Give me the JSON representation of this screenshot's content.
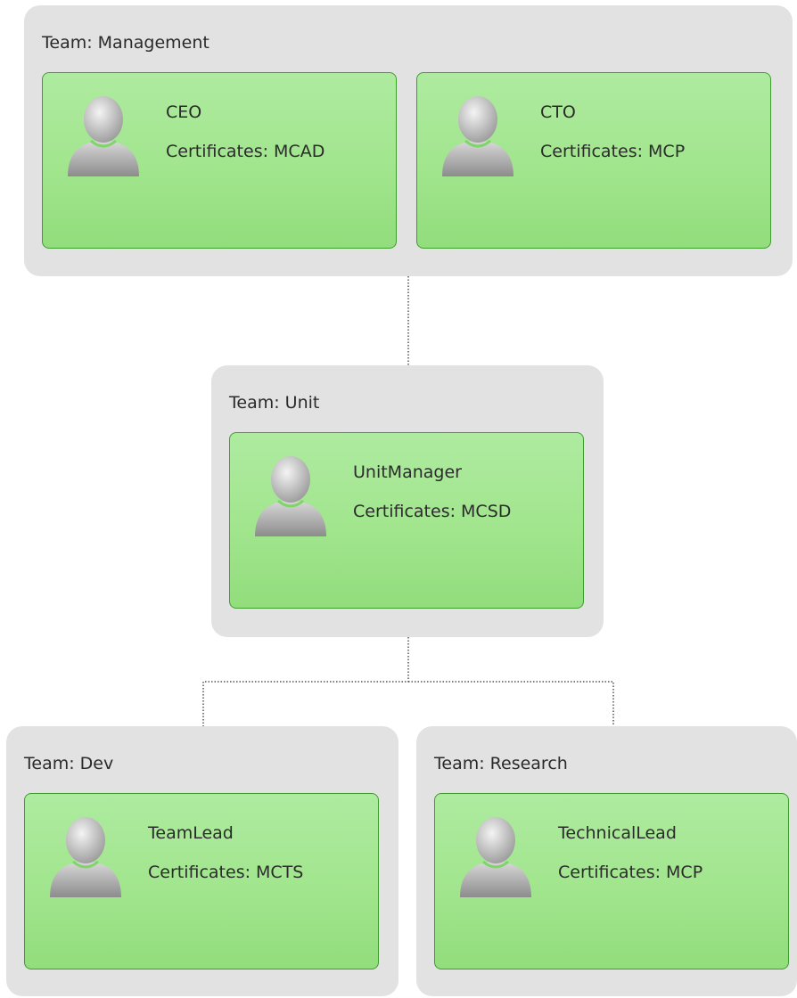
{
  "teams": [
    {
      "id": "management",
      "label": "Team: Management",
      "members": [
        {
          "name": "CEO",
          "certificates": "Certificates: MCAD"
        },
        {
          "name": "CTO",
          "certificates": "Certificates: MCP"
        }
      ]
    },
    {
      "id": "unit",
      "label": "Team: Unit",
      "members": [
        {
          "name": "UnitManager",
          "certificates": "Certificates: MCSD"
        }
      ]
    },
    {
      "id": "dev",
      "label": "Team: Dev",
      "members": [
        {
          "name": "TeamLead",
          "certificates": "Certificates: MCTS"
        }
      ]
    },
    {
      "id": "research",
      "label": "Team: Research",
      "members": [
        {
          "name": "TechnicalLead",
          "certificates": "Certificates: MCP"
        }
      ]
    }
  ],
  "connections": [
    {
      "from": "management",
      "to": "unit"
    },
    {
      "from": "unit",
      "to": "dev"
    },
    {
      "from": "unit",
      "to": "research"
    }
  ],
  "colors": {
    "team_background": "#e2e2e2",
    "card_fill": "#a1e58d",
    "card_border": "#3f9d2e",
    "connector": "#555555"
  }
}
